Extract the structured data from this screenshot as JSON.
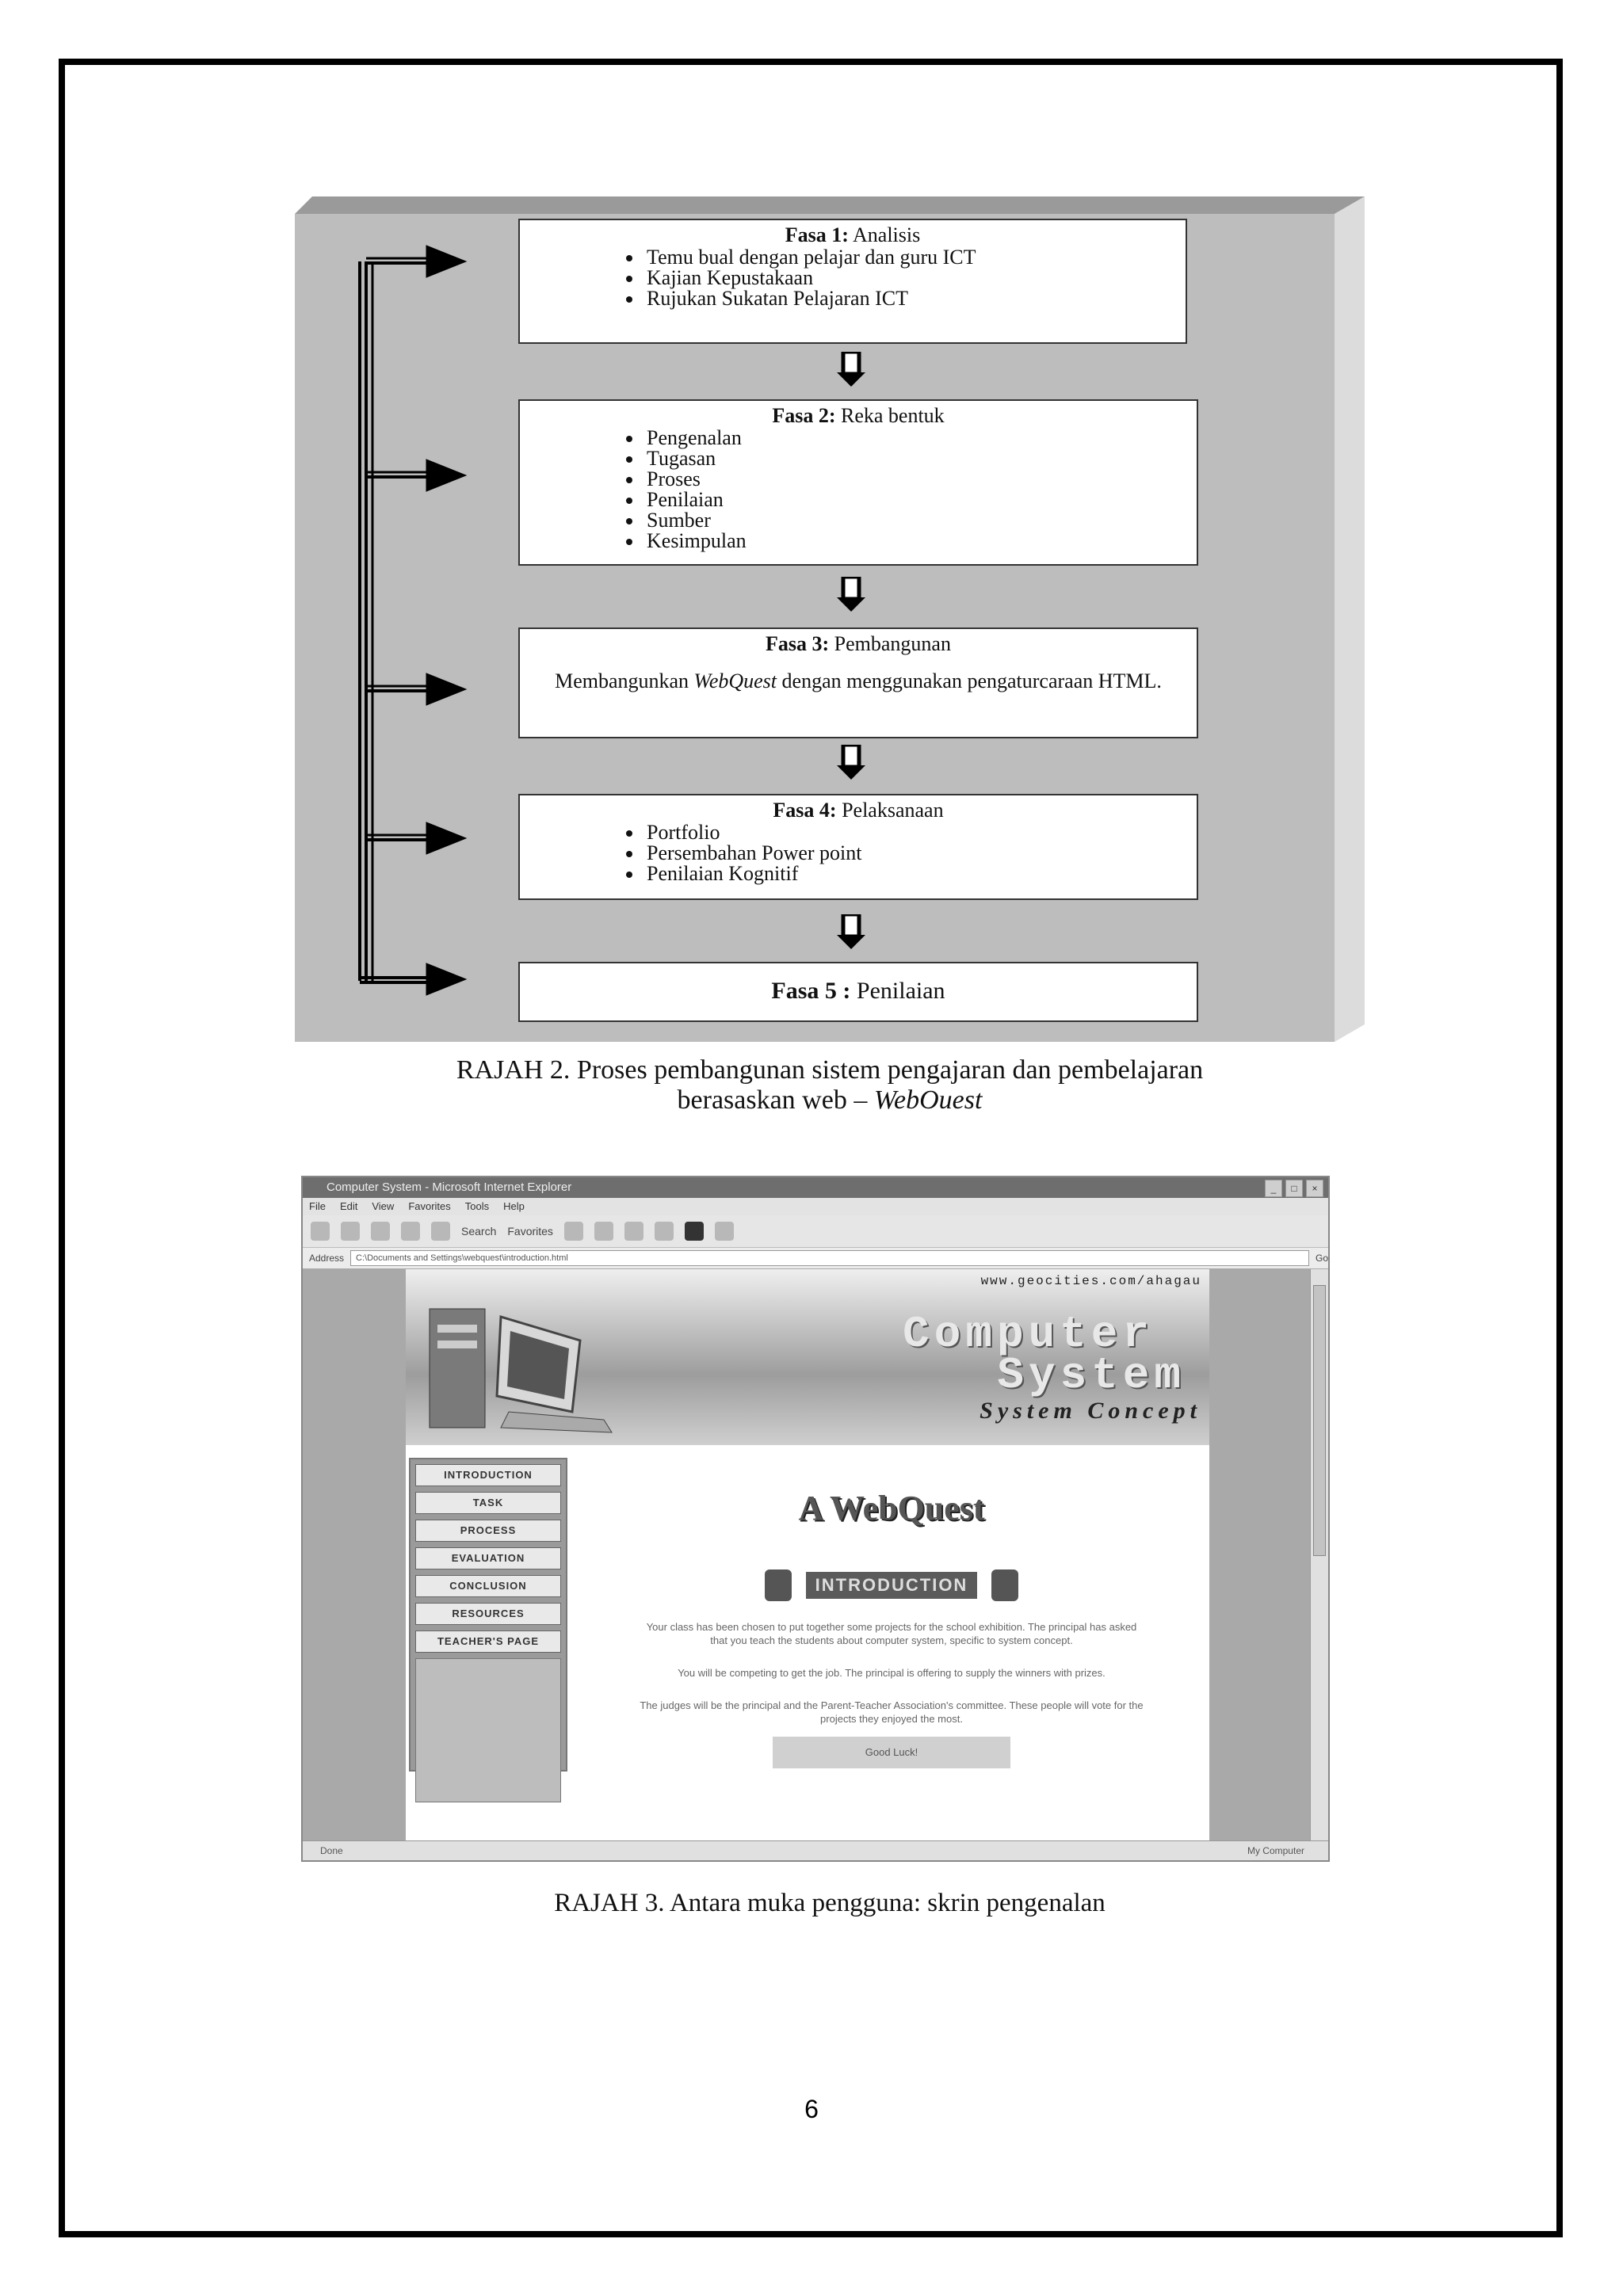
{
  "figure2": {
    "phases": [
      {
        "heading": "Fasa 1:",
        "name": "Analisis",
        "items": [
          "Temu bual dengan pelajar dan guru ICT",
          "Kajian Kepustakaan",
          "Rujukan Sukatan Pelajaran ICT"
        ]
      },
      {
        "heading": "Fasa 2:",
        "name": "Reka bentuk",
        "items": [
          "Pengenalan",
          "Tugasan",
          "Proses",
          "Penilaian",
          "Sumber",
          "Kesimpulan"
        ]
      },
      {
        "heading": "Fasa 3:",
        "name": "Pembangunan",
        "text_pre": "Membangunkan ",
        "text_em": "WebQuest",
        "text_post": " dengan menggunakan pengaturcaraan HTML."
      },
      {
        "heading": "Fasa 4:",
        "name": "Pelaksanaan",
        "items": [
          "Portfolio",
          "Persembahan Power point",
          "Penilaian Kognitif"
        ]
      },
      {
        "heading": "Fasa 5 :",
        "name": "Penilaian"
      }
    ],
    "caption_line1": "RAJAH 2. Proses pembangunan sistem pengajaran dan pembelajaran",
    "caption_line2_pre": "berasaskan web – ",
    "caption_line2_em": "WebOuest"
  },
  "figure3": {
    "window_title": "Computer System - Microsoft Internet Explorer",
    "menu": [
      "File",
      "Edit",
      "View",
      "Favorites",
      "Tools",
      "Help"
    ],
    "toolbar": {
      "search": "Search",
      "favorites": "Favorites"
    },
    "address_label": "Address",
    "address": "C:\\Documents and Settings\\webquest\\introduction.html",
    "go_label": "Go",
    "site": {
      "url": "www.geocities.com/ahagau",
      "banner_line1": "Computer",
      "banner_line2": "System",
      "banner_line3": "System Concept",
      "nav": [
        "INTRODUCTION",
        "TASK",
        "PROCESS",
        "EVALUATION",
        "CONCLUSION",
        "RESOURCES",
        "TEACHER'S PAGE"
      ],
      "title": "A WebQuest",
      "section": "INTRODUCTION",
      "para1": "Your class has been chosen to put together some projects for the school exhibition. The principal has asked that you teach the students about computer system, specific to system concept.",
      "para2": "You will be competing to get the job. The principal is offering to supply the winners with prizes.",
      "para3": "The judges will be the principal and the Parent-Teacher Association's committee. These people will vote for the projects they enjoyed the most.",
      "good_luck": "Good Luck!"
    },
    "status_left": "Done",
    "status_right": "My Computer",
    "caption": "RAJAH 3. Antara muka pengguna: skrin pengenalan"
  },
  "page_number": "6"
}
